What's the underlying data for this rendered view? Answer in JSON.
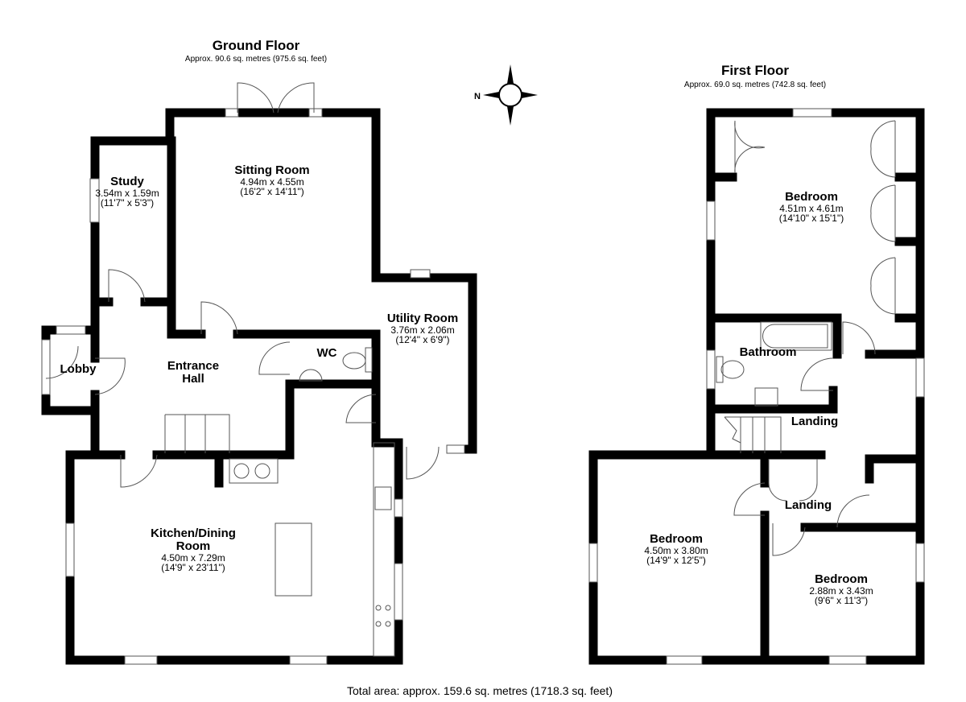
{
  "ground_floor": {
    "title": "Ground Floor",
    "area": "Approx. 90.6 sq. metres (975.6 sq. feet)",
    "rooms": [
      {
        "name": "Study",
        "metric": "3.54m x 1.59m",
        "imperial": "(11'7\" x 5'3\")"
      },
      {
        "name": "Sitting Room",
        "metric": "4.94m x 4.55m",
        "imperial": "(16'2\" x 14'11\")"
      },
      {
        "name": "Utility Room",
        "metric": "3.76m x 2.06m",
        "imperial": "(12'4\" x 6'9\")"
      },
      {
        "name": "WC"
      },
      {
        "name": "Lobby"
      },
      {
        "name": "Entrance Hall"
      },
      {
        "name": "Kitchen/Dining Room",
        "metric": "4.50m x 7.29m",
        "imperial": "(14'9\" x 23'11\")"
      }
    ]
  },
  "first_floor": {
    "title": "First Floor",
    "area": "Approx. 69.0 sq. metres (742.8 sq. feet)",
    "rooms": [
      {
        "name": "Bedroom",
        "metric": "4.51m x 4.61m",
        "imperial": "(14'10\" x 15'1\")"
      },
      {
        "name": "Bathroom"
      },
      {
        "name": "Landing"
      },
      {
        "name": "Landing"
      },
      {
        "name": "Bedroom",
        "metric": "4.50m x 3.80m",
        "imperial": "(14'9\" x 12'5\")"
      },
      {
        "name": "Bedroom",
        "metric": "2.88m x 3.43m",
        "imperial": "(9'6\" x 11'3\")"
      }
    ]
  },
  "compass": {
    "label": "N"
  },
  "total_area": "Total area: approx. 159.6 sq. metres (1718.3 sq. feet)"
}
